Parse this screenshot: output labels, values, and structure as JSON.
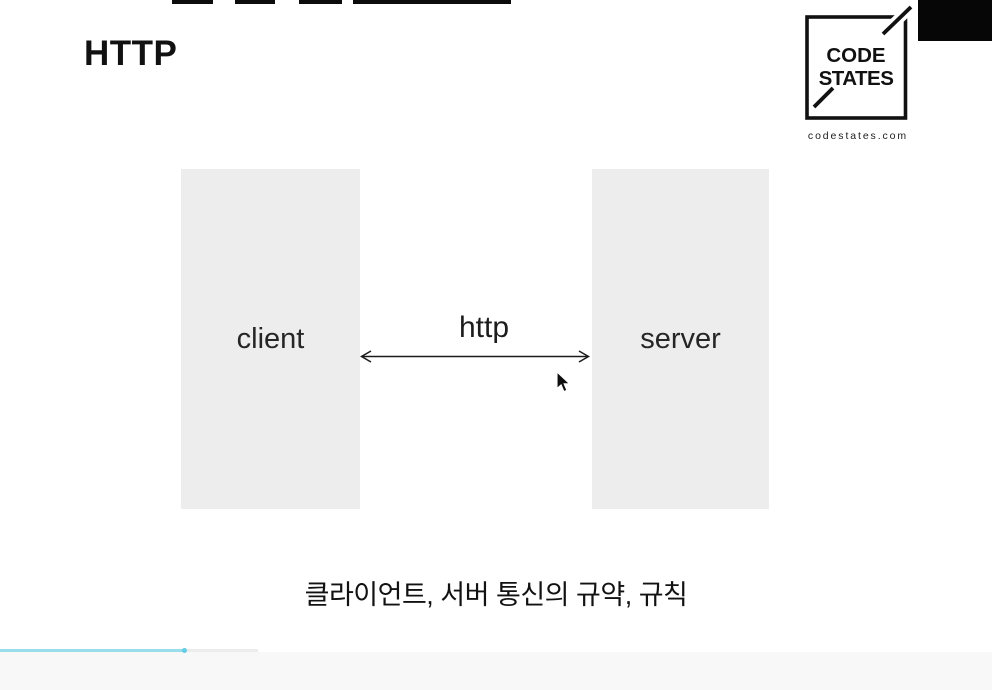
{
  "slide": {
    "title": "HTTP",
    "caption": "클라이언트, 서버 통신의 규약, 규칙"
  },
  "diagram": {
    "client_label": "client",
    "server_label": "server",
    "protocol_label": "http"
  },
  "logo": {
    "line1": "CODE",
    "line2": "STATES",
    "url": "codestates.com"
  },
  "player": {
    "progress_percent": 18.5,
    "buffered_percent": 26
  },
  "colors": {
    "box_fill": "#ededee",
    "progress_fill": "#9adeee",
    "player_bar": "#f8f8f8",
    "ink": "#111111"
  }
}
